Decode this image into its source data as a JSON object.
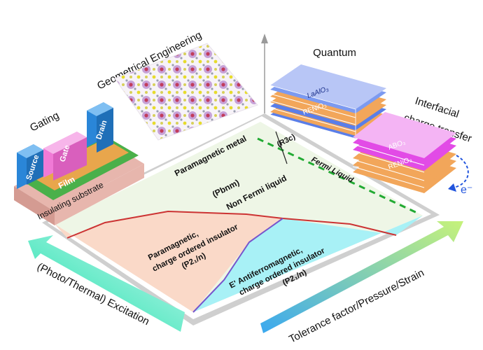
{
  "gating": {
    "title": "Gating",
    "source": "Source",
    "gate": "Gate",
    "drain": "Drain",
    "film": "Film",
    "substrate": "Insulating substrate"
  },
  "geometry": {
    "title": "Geometrical Engineering"
  },
  "quantum": {
    "title_line1": "Quantum",
    "title_line2": "confinement",
    "layer_a": "LaAlO₃",
    "layer_b": "RENiO₃"
  },
  "interfacial": {
    "title_line1": "Interfacial",
    "title_line2": "charge transfer",
    "layer_a": "ABO₃",
    "layer_b": "RENiO₃",
    "electron": "e⁻"
  },
  "phase_diagram": {
    "paramagnetic_metal": "Paramagnetic metal",
    "r3c": "(R3c)",
    "fermi_liquid": "Fermi Liquid",
    "pbnm": "(Pbnm)",
    "non_fermi_liquid": "Non Fermi liquid",
    "pm_insulator_line1": "Paramagnetic,",
    "pm_insulator_line2": "charge ordered insulator",
    "pm_insulator_line3": "(P2₁/n)",
    "afm_insulator_line1": "E' Antiferromagnetic,",
    "afm_insulator_line2": "charge ordered insulator",
    "afm_insulator_line3": "(P2₁/n)"
  },
  "arrows": {
    "excitation": "(Photo/Thermal) Excitation",
    "tolerance": "Tolerance factor/Pressure/Strain"
  },
  "colors": {
    "metal_region": "#eef6e6",
    "pm_insulator_region": "#fad9c8",
    "afm_region": "#a8f1f6",
    "boundary_red": "#cc3333",
    "boundary_purple": "#7755cc",
    "fermi_dash": "#22aa33",
    "source_blue": "#2a86d8",
    "gate_pink": "#f07ad6",
    "film_orange": "#e8a64c",
    "film_green": "#4ab04a",
    "substrate_pink": "#e7b6ad",
    "lao_blue": "#5a7ee8",
    "renio_orange": "#f2a65a",
    "abo_magenta": "#e24be6"
  }
}
